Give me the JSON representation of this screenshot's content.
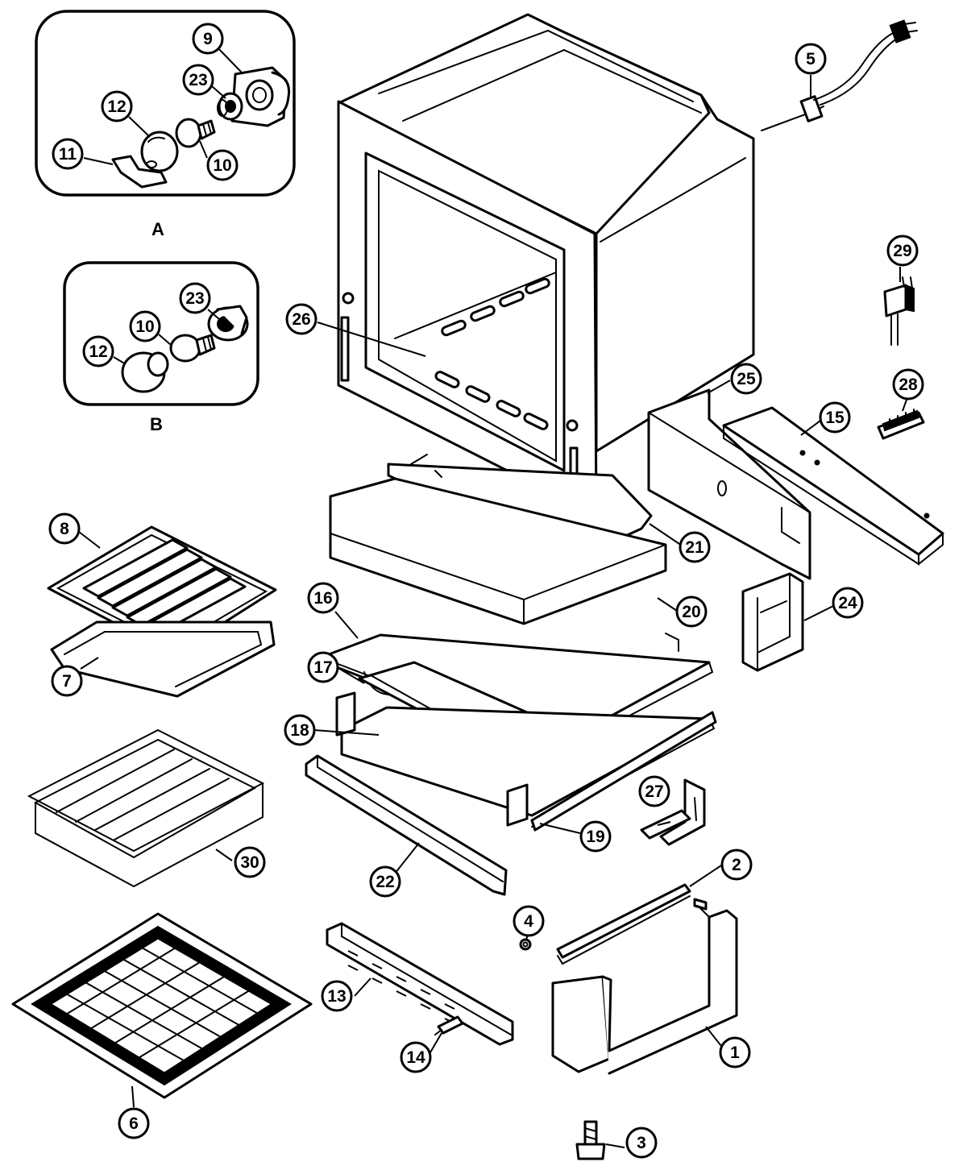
{
  "insets": [
    {
      "id": "A",
      "label": "A"
    },
    {
      "id": "B",
      "label": "B"
    }
  ],
  "callouts": [
    {
      "id": "9",
      "label": "9"
    },
    {
      "id": "23a",
      "label": "23"
    },
    {
      "id": "12a",
      "label": "12"
    },
    {
      "id": "11",
      "label": "11"
    },
    {
      "id": "10a",
      "label": "10"
    },
    {
      "id": "23b",
      "label": "23"
    },
    {
      "id": "10b",
      "label": "10"
    },
    {
      "id": "12b",
      "label": "12"
    },
    {
      "id": "5",
      "label": "5"
    },
    {
      "id": "29",
      "label": "29"
    },
    {
      "id": "26",
      "label": "26"
    },
    {
      "id": "25",
      "label": "25"
    },
    {
      "id": "28",
      "label": "28"
    },
    {
      "id": "15",
      "label": "15"
    },
    {
      "id": "8",
      "label": "8"
    },
    {
      "id": "21",
      "label": "21"
    },
    {
      "id": "16",
      "label": "16"
    },
    {
      "id": "20",
      "label": "20"
    },
    {
      "id": "24",
      "label": "24"
    },
    {
      "id": "7",
      "label": "7"
    },
    {
      "id": "17",
      "label": "17"
    },
    {
      "id": "18",
      "label": "18"
    },
    {
      "id": "27",
      "label": "27"
    },
    {
      "id": "19",
      "label": "19"
    },
    {
      "id": "30",
      "label": "30"
    },
    {
      "id": "22",
      "label": "22"
    },
    {
      "id": "2",
      "label": "2"
    },
    {
      "id": "4",
      "label": "4"
    },
    {
      "id": "13",
      "label": "13"
    },
    {
      "id": "1",
      "label": "1"
    },
    {
      "id": "14",
      "label": "14"
    },
    {
      "id": "6",
      "label": "6"
    },
    {
      "id": "3",
      "label": "3"
    }
  ]
}
